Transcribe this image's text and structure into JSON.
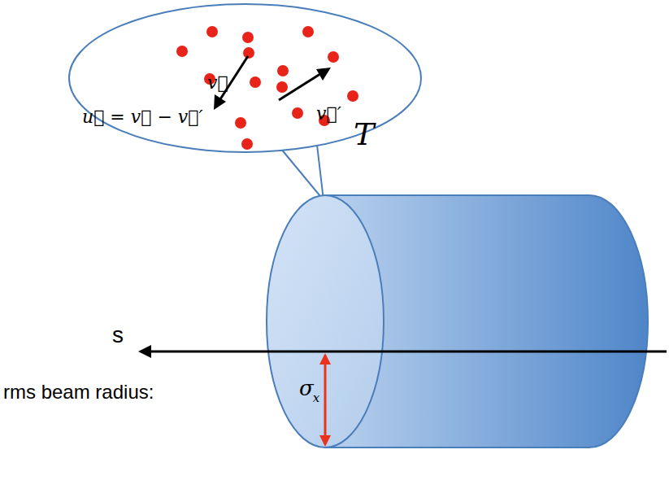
{
  "diagram": {
    "nodes": [
      {
        "text": [
          "u⃗ = v⃗ − v⃗′",
          "v⃗",
          "v⃗′",
          "T"
        ]
      }
    ],
    "labels": [
      "s",
      "rms beam radius:",
      "σ",
      "x"
    ]
  }
}
